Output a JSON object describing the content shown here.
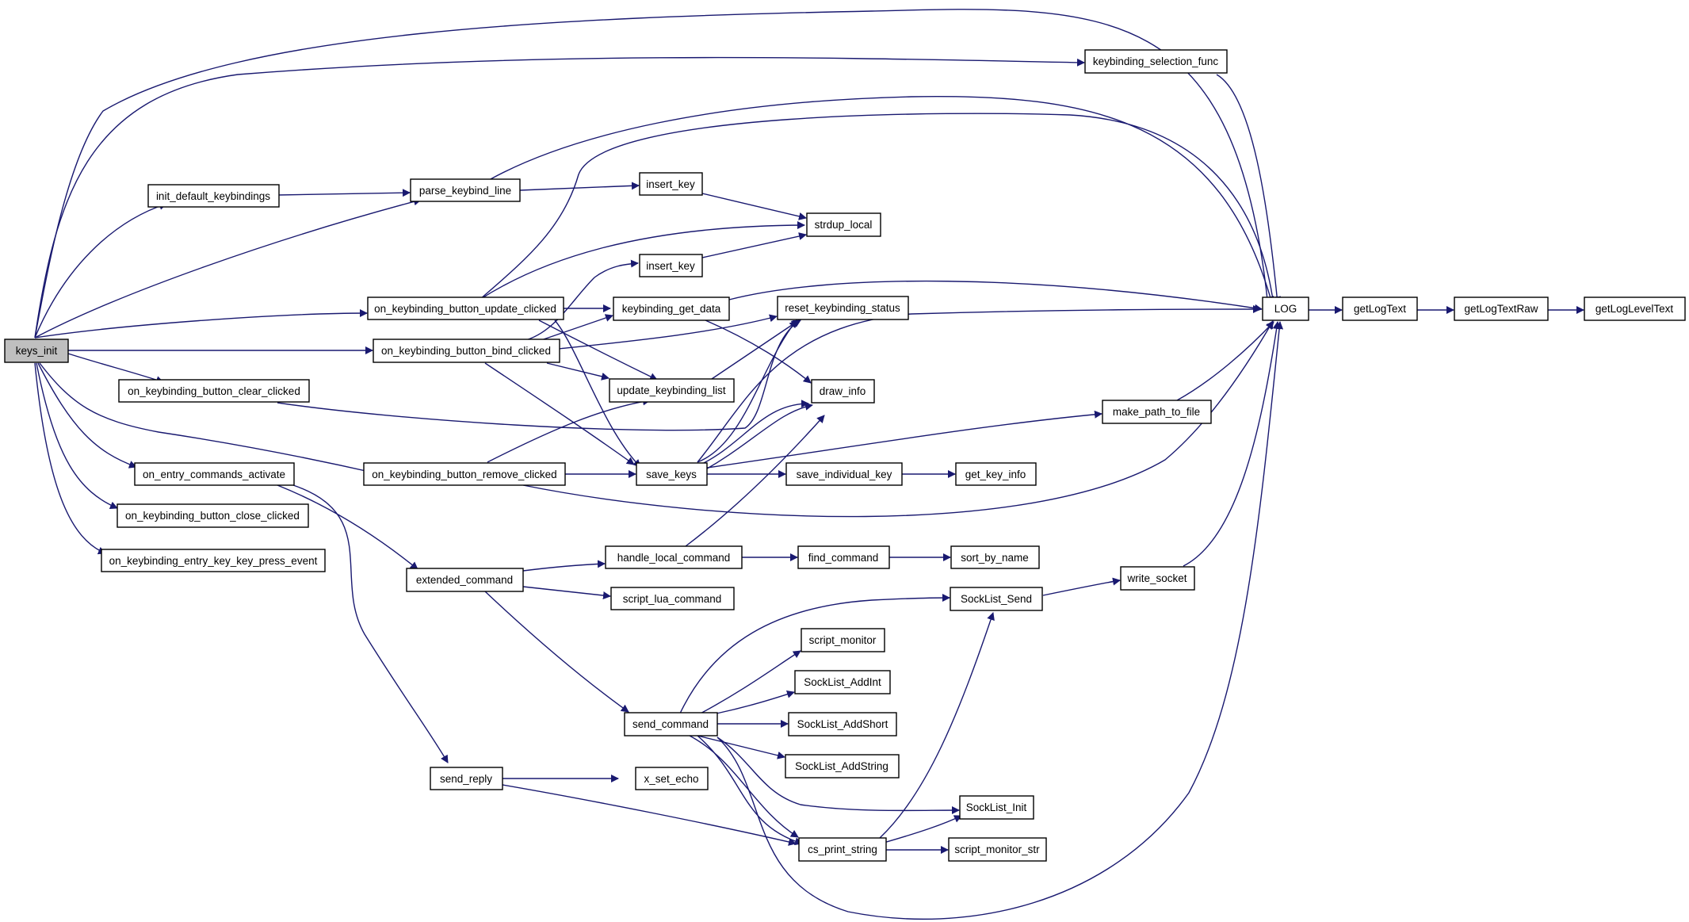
{
  "colors": {
    "edge": "#191970",
    "node_border": "#000000",
    "root_fill": "#bfbfbf",
    "node_fill": "#ffffff"
  },
  "nodes": {
    "keys_init": "keys_init",
    "init_default_keybindings": "init_default_keybindings",
    "parse_keybind_line": "parse_keybind_line",
    "on_keybinding_button_update_clicked": "on_keybinding_button_update_clicked",
    "on_keybinding_button_bind_clicked": "on_keybinding_button_bind_clicked",
    "on_keybinding_button_clear_clicked": "on_keybinding_button_clear_clicked",
    "on_entry_commands_activate": "on_entry_commands_activate",
    "on_keybinding_button_remove_clicked": "on_keybinding_button_remove_clicked",
    "on_keybinding_button_close_clicked": "on_keybinding_button_close_clicked",
    "on_keybinding_entry_key_key_press_event": "on_keybinding_entry_key_key_press_event",
    "keybinding_selection_func": "keybinding_selection_func",
    "LOG": "LOG",
    "getLogText": "getLogText",
    "getLogTextRaw": "getLogTextRaw",
    "getLogLevelText": "getLogLevelText",
    "insert_key_1": "insert_key",
    "insert_key_2": "insert_key",
    "strdup_local": "strdup_local",
    "keybinding_get_data": "keybinding_get_data",
    "reset_keybinding_status": "reset_keybinding_status",
    "update_keybinding_list": "update_keybinding_list",
    "draw_info": "draw_info",
    "make_path_to_file": "make_path_to_file",
    "save_keys": "save_keys",
    "save_individual_key": "save_individual_key",
    "get_key_info": "get_key_info",
    "extended_command": "extended_command",
    "handle_local_command": "handle_local_command",
    "find_command": "find_command",
    "sort_by_name": "sort_by_name",
    "script_lua_command": "script_lua_command",
    "SockList_Send": "SockList_Send",
    "write_socket": "write_socket",
    "script_monitor": "script_monitor",
    "SockList_AddInt": "SockList_AddInt",
    "send_command": "send_command",
    "SockList_AddShort": "SockList_AddShort",
    "SockList_AddString": "SockList_AddString",
    "send_reply": "send_reply",
    "x_set_echo": "x_set_echo",
    "SockList_Init": "SockList_Init",
    "cs_print_string": "cs_print_string",
    "script_monitor_str": "script_monitor_str"
  }
}
